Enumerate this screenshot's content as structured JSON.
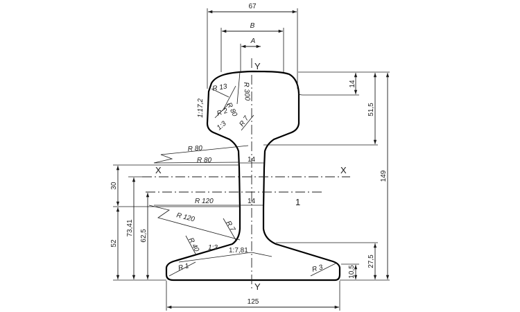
{
  "drawing": {
    "labels": {
      "width_67": "67",
      "width_b": "B",
      "width_a": "A",
      "axis_y_top": "Y",
      "axis_y_bottom": "Y",
      "axis_x_left": "X",
      "axis_x_right": "X",
      "head_height": "14",
      "head_depth": "51,5",
      "total_height": "149",
      "r13": "R 13",
      "r80_head": "R 80",
      "r300": "R 300",
      "r2": "R 2",
      "r7_upper": "R 7",
      "slope_upper": "1:3",
      "slope_117": "1:17,2",
      "r80_web_a": "R 80",
      "r80_web_b": "R 80",
      "web_14_upper": "14",
      "web_14_lower": "14",
      "r120_a": "R 120",
      "r120_b": "R 120",
      "marker_1": "1",
      "r7_lower": "R 7",
      "r40": "R 40",
      "slope_lower": "1:3",
      "slope_1781": "1:7,81",
      "r1": "R 1",
      "r3": "R 3",
      "dim_30": "30",
      "dim_52": "52",
      "dim_7341": "73,41",
      "dim_625": "62,5",
      "dim_105": "10,5",
      "dim_275": "27,5",
      "base_width": "125"
    }
  }
}
